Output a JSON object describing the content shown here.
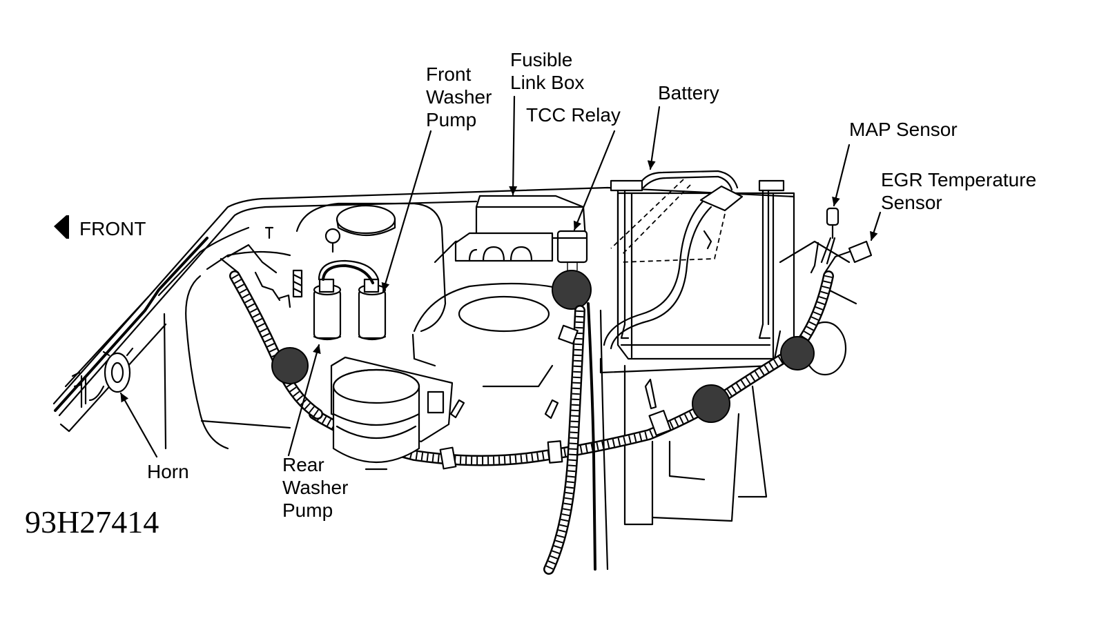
{
  "figure_code": "93H27414",
  "labels": {
    "front": "FRONT",
    "horn": "Horn",
    "rear_washer_pump": [
      "Rear",
      "Washer",
      "Pump"
    ],
    "front_washer_pump": [
      "Front",
      "Washer",
      "Pump"
    ],
    "fusible_link_box": [
      "Fusible",
      "Link Box"
    ],
    "tcc_relay": "TCC Relay",
    "battery": "Battery",
    "map_sensor": "MAP Sensor",
    "egr_temperature_sensor": [
      "EGR Temperature",
      "Sensor"
    ]
  }
}
